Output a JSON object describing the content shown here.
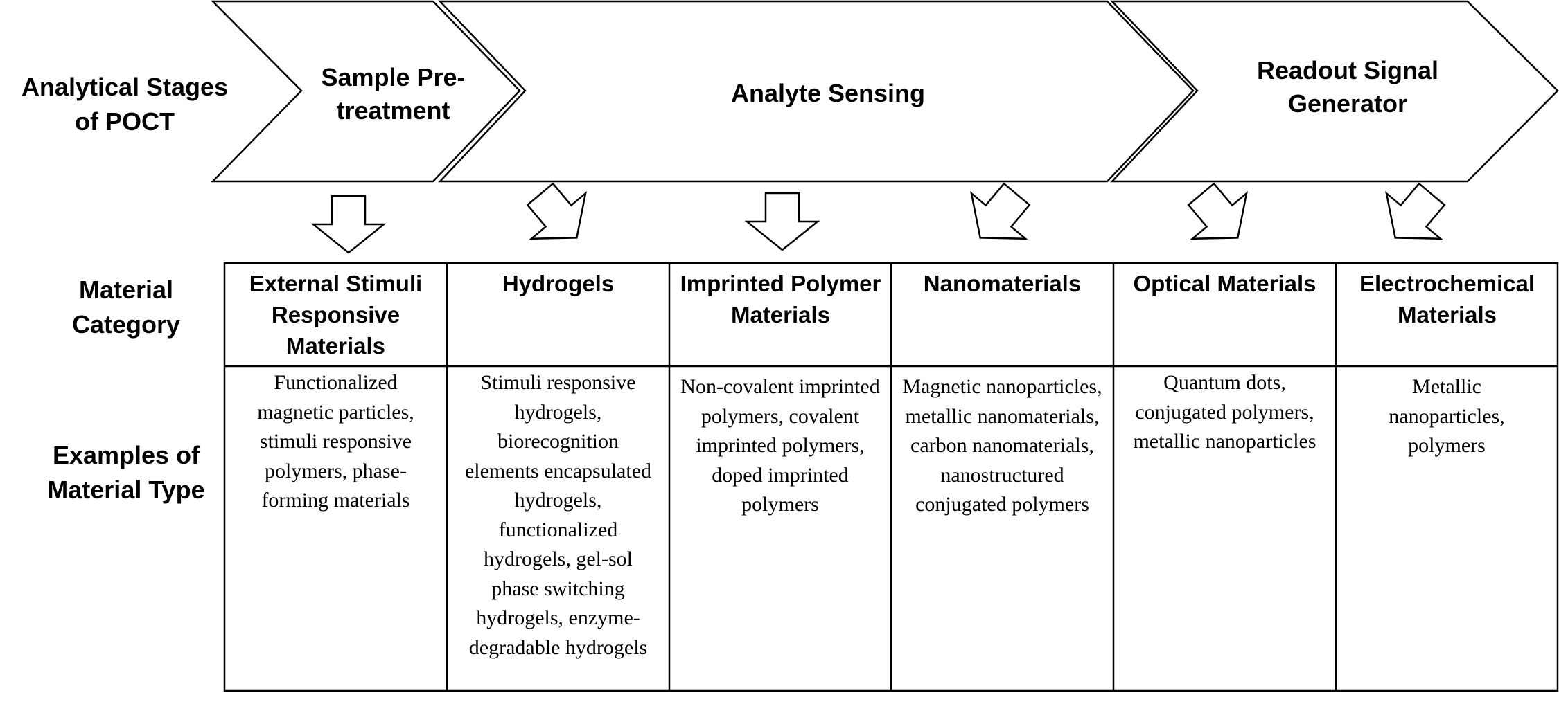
{
  "row_labels": {
    "stages": "Analytical Stages of POCT",
    "category": "Material Category",
    "examples": "Examples of Material Type"
  },
  "stages": [
    {
      "label": "Sample Pre-treatment"
    },
    {
      "label": "Analyte Sensing"
    },
    {
      "label": "Readout Signal Generator"
    }
  ],
  "columns": [
    {
      "category": "External Stimuli Responsive Materials",
      "examples": "Functionalized magnetic particles, stimuli responsive polymers, phase-forming materials"
    },
    {
      "category": "Hydrogels",
      "examples": "Stimuli responsive hydrogels, biorecognition elements encapsulated hydrogels, functionalized hydrogels, gel-sol phase switching hydrogels, enzyme-degradable hydrogels"
    },
    {
      "category": "Imprinted Polymer Materials",
      "examples": "Non-covalent imprinted polymers, covalent imprinted polymers, doped imprinted polymers"
    },
    {
      "category": "Nanomaterials",
      "examples": "Magnetic nanoparticles, metallic nanomaterials, carbon nanomaterials, nanostructured conjugated polymers"
    },
    {
      "category": "Optical Materials",
      "examples": "Quantum dots, conjugated polymers, metallic nanoparticles"
    },
    {
      "category": "Electrochemical Materials",
      "examples": "Metallic nanoparticles, polymers"
    }
  ]
}
